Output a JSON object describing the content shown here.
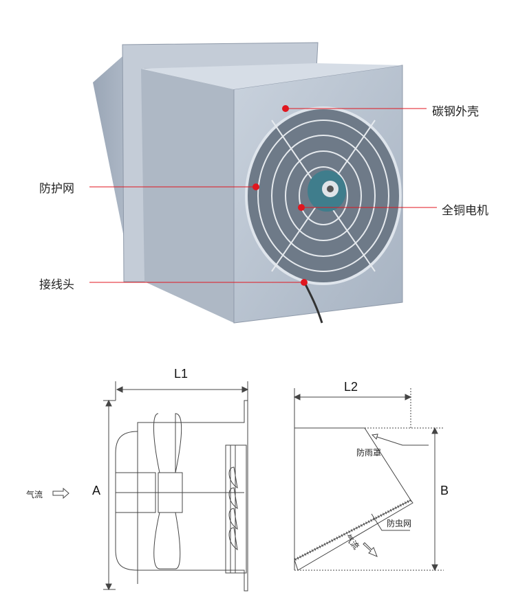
{
  "photo": {
    "callouts": [
      {
        "label": "碳钢外壳"
      },
      {
        "label": "防护网"
      },
      {
        "label": "全铜电机"
      },
      {
        "label": "接线头"
      }
    ],
    "callout_color": "#e0161f"
  },
  "diagram": {
    "side_view": {
      "dim_length": "L1",
      "dim_height": "A",
      "airflow_label": "气流"
    },
    "hood_view": {
      "dim_length": "L2",
      "dim_height": "B",
      "rain_hood_label": "防雨罩",
      "insect_screen_label": "防虫网",
      "airflow_label": "气流"
    }
  }
}
